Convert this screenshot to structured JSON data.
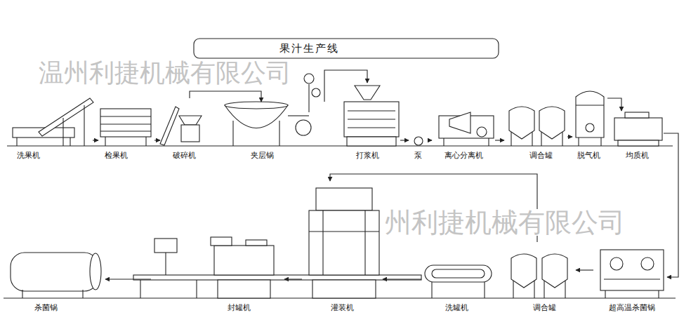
{
  "diagram": {
    "title": "果汁生产线",
    "nodes": [
      {
        "text": [
          "洗果机"
        ]
      },
      {
        "text": [
          "检果机"
        ]
      },
      {
        "text": [
          "破碎机"
        ]
      },
      {
        "text": [
          "夹层锅"
        ]
      },
      {
        "text": [
          "打浆机"
        ]
      },
      {
        "text": [
          "泵"
        ]
      },
      {
        "text": [
          "离心分离机"
        ]
      },
      {
        "text": [
          "调合罐"
        ]
      },
      {
        "text": [
          "脱气机"
        ]
      },
      {
        "text": [
          "均质机"
        ]
      },
      {
        "text": [
          "超高温杀菌锅"
        ]
      },
      {
        "text": [
          "调合罐"
        ]
      },
      {
        "text": [
          "洗罐机"
        ]
      },
      {
        "text": [
          "灌装机"
        ]
      },
      {
        "text": [
          "封罐机"
        ]
      },
      {
        "text": [
          "杀菌锅"
        ]
      }
    ],
    "edges": [
      {
        "from": 0,
        "to": 1,
        "arrow": "to"
      },
      {
        "from": 1,
        "to": 2,
        "arrow": "to"
      },
      {
        "from": 2,
        "to": 3,
        "arrow": "to"
      },
      {
        "from": 3,
        "to": 4,
        "arrow": "to"
      },
      {
        "from": 4,
        "to": 5,
        "arrow": "to"
      },
      {
        "from": 5,
        "to": 6,
        "arrow": "to"
      },
      {
        "from": 6,
        "to": 7,
        "arrow": "to"
      },
      {
        "from": 7,
        "to": 8,
        "arrow": "to"
      },
      {
        "from": 8,
        "to": 9,
        "arrow": "to"
      },
      {
        "from": 9,
        "to": 10,
        "arrow": "to"
      },
      {
        "from": 10,
        "to": 11,
        "arrow": "to"
      },
      {
        "from": 11,
        "to": 13,
        "arrow": "to"
      },
      {
        "from": 12,
        "to": 13,
        "arrow": "to"
      },
      {
        "from": 13,
        "to": 14,
        "arrow": "to"
      },
      {
        "from": 14,
        "to": 15,
        "arrow": "to"
      }
    ],
    "labels": [
      "温州利捷机械有限公司",
      "州利捷机械有限公司"
    ]
  }
}
